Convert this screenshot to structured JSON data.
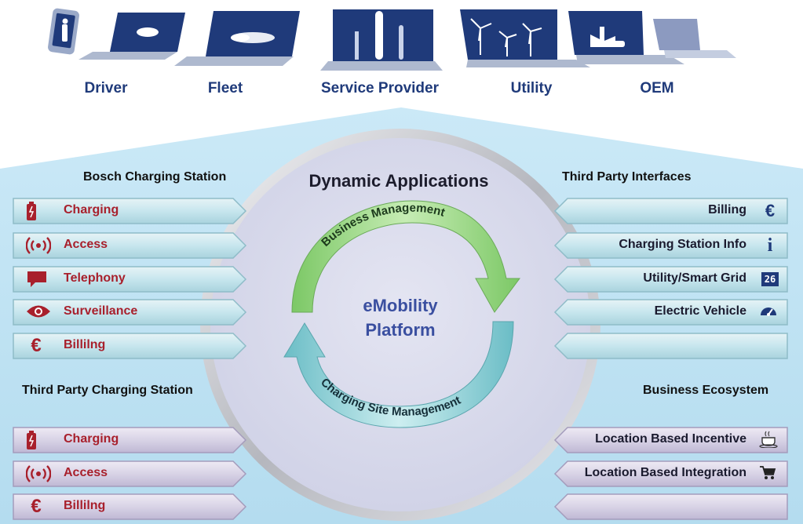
{
  "users": [
    {
      "label": "Driver",
      "icon": "smartphone-person-icon"
    },
    {
      "label": "Fleet",
      "icon": "laptop-car-icon"
    },
    {
      "label": "Service Provider",
      "icon": "laptop-charging-post-icon"
    },
    {
      "label": "Utility",
      "icon": "laptop-wind-turbine-icon"
    },
    {
      "label": "OEM",
      "icon": "laptop-factory-icon"
    }
  ],
  "center": {
    "title": "Dynamic Applications",
    "platform_line1": "eMobility",
    "platform_line2": "Platform",
    "cycle_top": "Business Management",
    "cycle_bottom": "Charging Site Management"
  },
  "bosch": {
    "title": "Bosch Charging Station",
    "items": [
      {
        "label": "Charging",
        "icon": "battery-icon"
      },
      {
        "label": "Access",
        "icon": "wireless-signal-icon"
      },
      {
        "label": "Telephony",
        "icon": "speech-bubble-icon"
      },
      {
        "label": "Surveillance",
        "icon": "eye-icon"
      },
      {
        "label": "Billilng",
        "icon": "euro-icon"
      }
    ]
  },
  "third_party_station": {
    "title": "Third Party Charging Station",
    "items": [
      {
        "label": "Charging",
        "icon": "battery-icon"
      },
      {
        "label": "Access",
        "icon": "wireless-signal-icon"
      },
      {
        "label": "Billilng",
        "icon": "euro-icon"
      }
    ]
  },
  "third_party_interfaces": {
    "title": "Third Party Interfaces",
    "items": [
      {
        "label": "Billing",
        "icon": "euro-icon"
      },
      {
        "label": "Charging Station Info",
        "icon": "info-icon"
      },
      {
        "label": "Utility/Smart Grid",
        "icon": "meter-icon",
        "meter_text": "26"
      },
      {
        "label": "Electric Vehicle",
        "icon": "speedometer-icon"
      },
      {
        "label": "",
        "icon": ""
      }
    ]
  },
  "business_ecosystem": {
    "title": "Business Ecosystem",
    "items": [
      {
        "label": "Location Based Incentive",
        "icon": "coffee-cup-icon"
      },
      {
        "label": "Location Based Integration",
        "icon": "shopping-cart-icon"
      },
      {
        "label": "",
        "icon": ""
      }
    ]
  },
  "colors": {
    "background": "#bfe3f4",
    "circle_fill": "#d9daec",
    "left_text": "#a8202c",
    "user_label": "#1f3a7a",
    "platform_text": "#3a4fa0",
    "arrow_green": "#8fd07a",
    "arrow_teal": "#7fc8cf"
  }
}
